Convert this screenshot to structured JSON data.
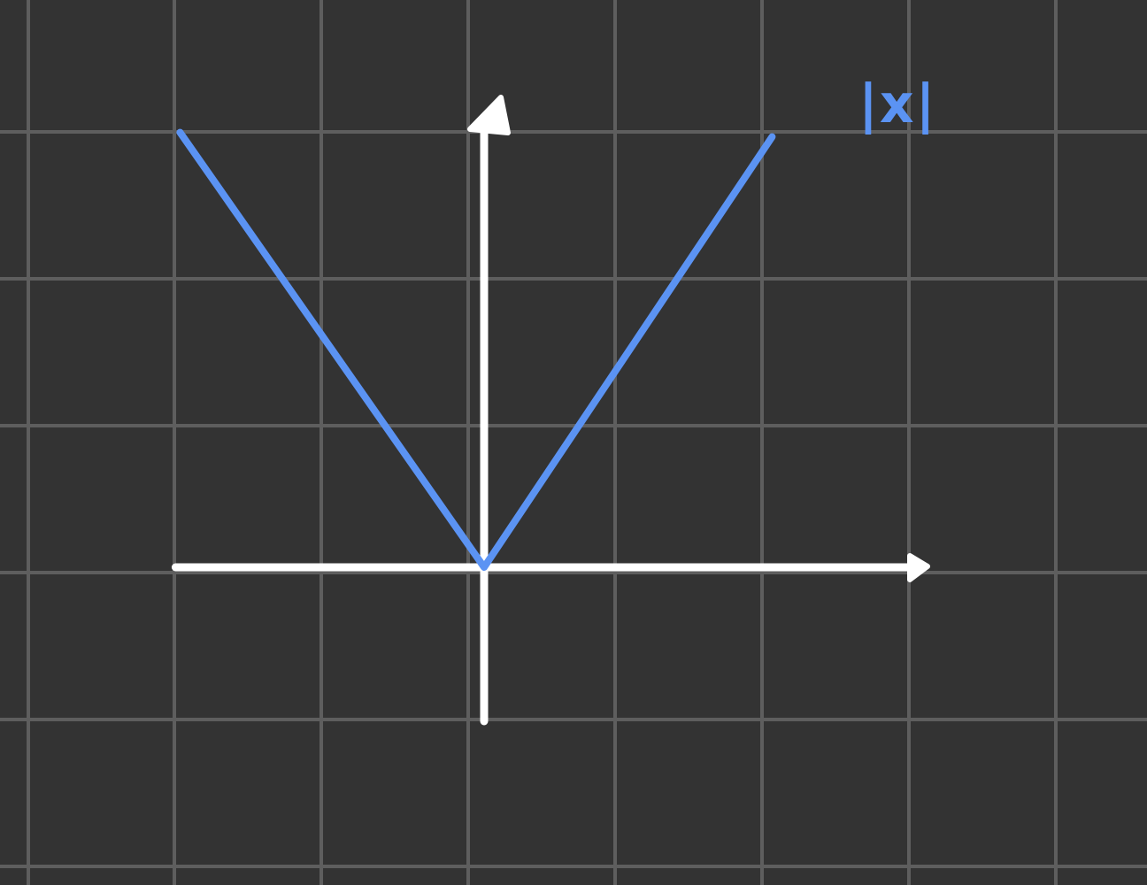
{
  "colors": {
    "background": "#333333",
    "grid": "#5e5e5e",
    "axis": "#ffffff",
    "series": "#5b93f3"
  },
  "chart_data": {
    "type": "line",
    "title": "",
    "xlabel": "",
    "ylabel": "",
    "grid": true,
    "xlim": [
      -2.1,
      2.9
    ],
    "ylim": [
      -1.05,
      3
    ],
    "series": [
      {
        "name": "|x|",
        "label": "|x|",
        "x": [
          -2.07,
          0,
          1.96
        ],
        "y": [
          2.96,
          0,
          2.93
        ]
      }
    ]
  }
}
